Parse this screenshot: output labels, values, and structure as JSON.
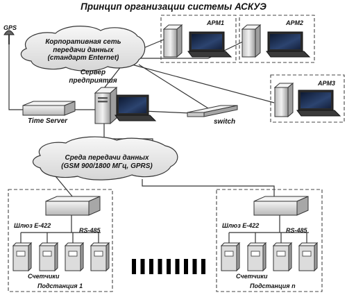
{
  "title": "Принцип организации системы АСКУЭ",
  "labels": {
    "gps": "GPS",
    "corp_network_line1": "Корпоративная сеть",
    "corp_network_line2": "передачи данных",
    "corp_network_line3": "(стандарт Enternet)",
    "server_line1": "Сервер",
    "server_line2": "предприятия",
    "time_server": "Time Server",
    "switch": "switch",
    "medium_line1": "Среда передачи данных",
    "medium_line2": "(GSM 900/1800 МГц, GPRS)",
    "arm1": "АРМ1",
    "arm2": "АРМ2",
    "arm3": "АРМ3",
    "gateway_left": "Шлюз Е-422",
    "rs485_left": "RS-485",
    "meters_left": "Счетчики",
    "substation_1": "Подстанция 1",
    "gateway_right": "Шлюз Е-422",
    "rs485_right": "RS-485",
    "meters_right": "Счетчики",
    "substation_n": "Подстанция n"
  },
  "colors": {
    "line": "#333333",
    "cloud_fill": "#ececec",
    "device_fill": "#e3e3e3",
    "screen": "#1b2a4a",
    "dash_border": "#444444"
  }
}
